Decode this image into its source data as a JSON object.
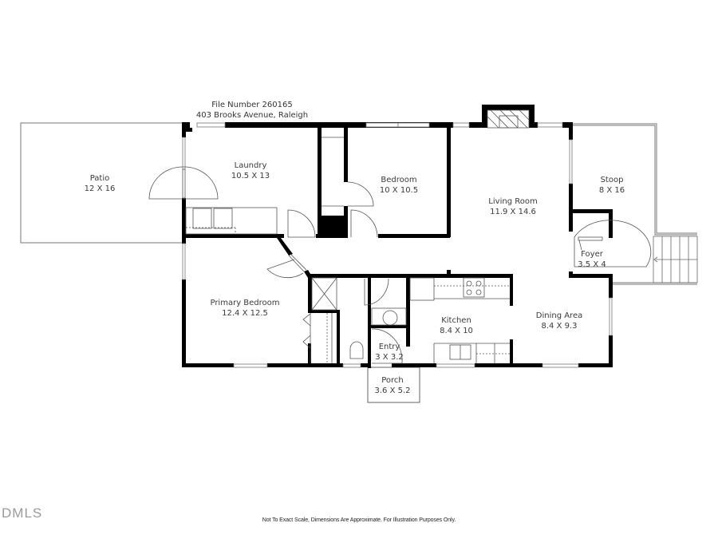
{
  "header": {
    "file_number": "File Number 260165",
    "address": "403 Brooks Avenue, Raleigh"
  },
  "rooms": [
    {
      "id": "patio",
      "name": "Patio",
      "dims": "12 X 16"
    },
    {
      "id": "laundry",
      "name": "Laundry",
      "dims": "10.5 X 13"
    },
    {
      "id": "bedroom",
      "name": "Bedroom",
      "dims": "10 X 10.5"
    },
    {
      "id": "living-room",
      "name": "Living Room",
      "dims": "11.9 X 14.6"
    },
    {
      "id": "stoop",
      "name": "Stoop",
      "dims": "8 X 16"
    },
    {
      "id": "foyer",
      "name": "Foyer",
      "dims": "3.5 X 4"
    },
    {
      "id": "primary-bedroom",
      "name": "Primary Bedroom",
      "dims": "12.4 X 12.5"
    },
    {
      "id": "kitchen",
      "name": "Kitchen",
      "dims": "8.4 X 10"
    },
    {
      "id": "dining-area",
      "name": "Dining Area",
      "dims": "8.4 X 9.3"
    },
    {
      "id": "entry",
      "name": "Entry",
      "dims": "3 X 3.2"
    },
    {
      "id": "porch",
      "name": "Porch",
      "dims": "3.6 X 5.2"
    }
  ],
  "footer": {
    "disclaimer": "Not To Exact Scale, Dimensions Are Approximate. For Illustration Purposes Only.",
    "logo": "DMLS"
  },
  "colors": {
    "wall": "#000000",
    "line": "#555555",
    "text": "#333333"
  }
}
